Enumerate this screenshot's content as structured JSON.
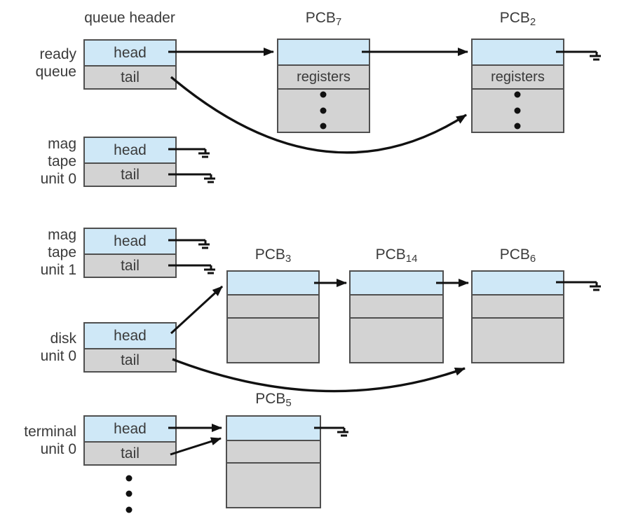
{
  "title": "queue header",
  "colors": {
    "cell_blue": "#cfe8f7",
    "cell_gray": "#d3d3d3",
    "border": "#4f4f4f",
    "line": "#111111",
    "text": "#3a3a3a"
  },
  "queues": [
    {
      "id": "ready-queue",
      "label_lines": [
        "ready",
        "queue"
      ],
      "head_label": "head",
      "tail_label": "tail"
    },
    {
      "id": "mag-tape-unit-0",
      "label_lines": [
        "mag",
        "tape",
        "unit 0"
      ],
      "head_label": "head",
      "tail_label": "tail"
    },
    {
      "id": "mag-tape-unit-1",
      "label_lines": [
        "mag",
        "tape",
        "unit 1"
      ],
      "head_label": "head",
      "tail_label": "tail"
    },
    {
      "id": "disk-unit-0",
      "label_lines": [
        "disk",
        "unit 0"
      ],
      "head_label": "head",
      "tail_label": "tail"
    },
    {
      "id": "terminal-unit-0",
      "label_lines": [
        "terminal",
        "unit 0"
      ],
      "head_label": "head",
      "tail_label": "tail"
    }
  ],
  "pcbs": [
    {
      "id": "pcb7",
      "name": "PCB",
      "sub": "7",
      "field": "registers"
    },
    {
      "id": "pcb2",
      "name": "PCB",
      "sub": "2",
      "field": "registers"
    },
    {
      "id": "pcb3",
      "name": "PCB",
      "sub": "3"
    },
    {
      "id": "pcb14",
      "name": "PCB",
      "sub": "14"
    },
    {
      "id": "pcb6",
      "name": "PCB",
      "sub": "6"
    },
    {
      "id": "pcb5",
      "name": "PCB",
      "sub": "5"
    }
  ]
}
